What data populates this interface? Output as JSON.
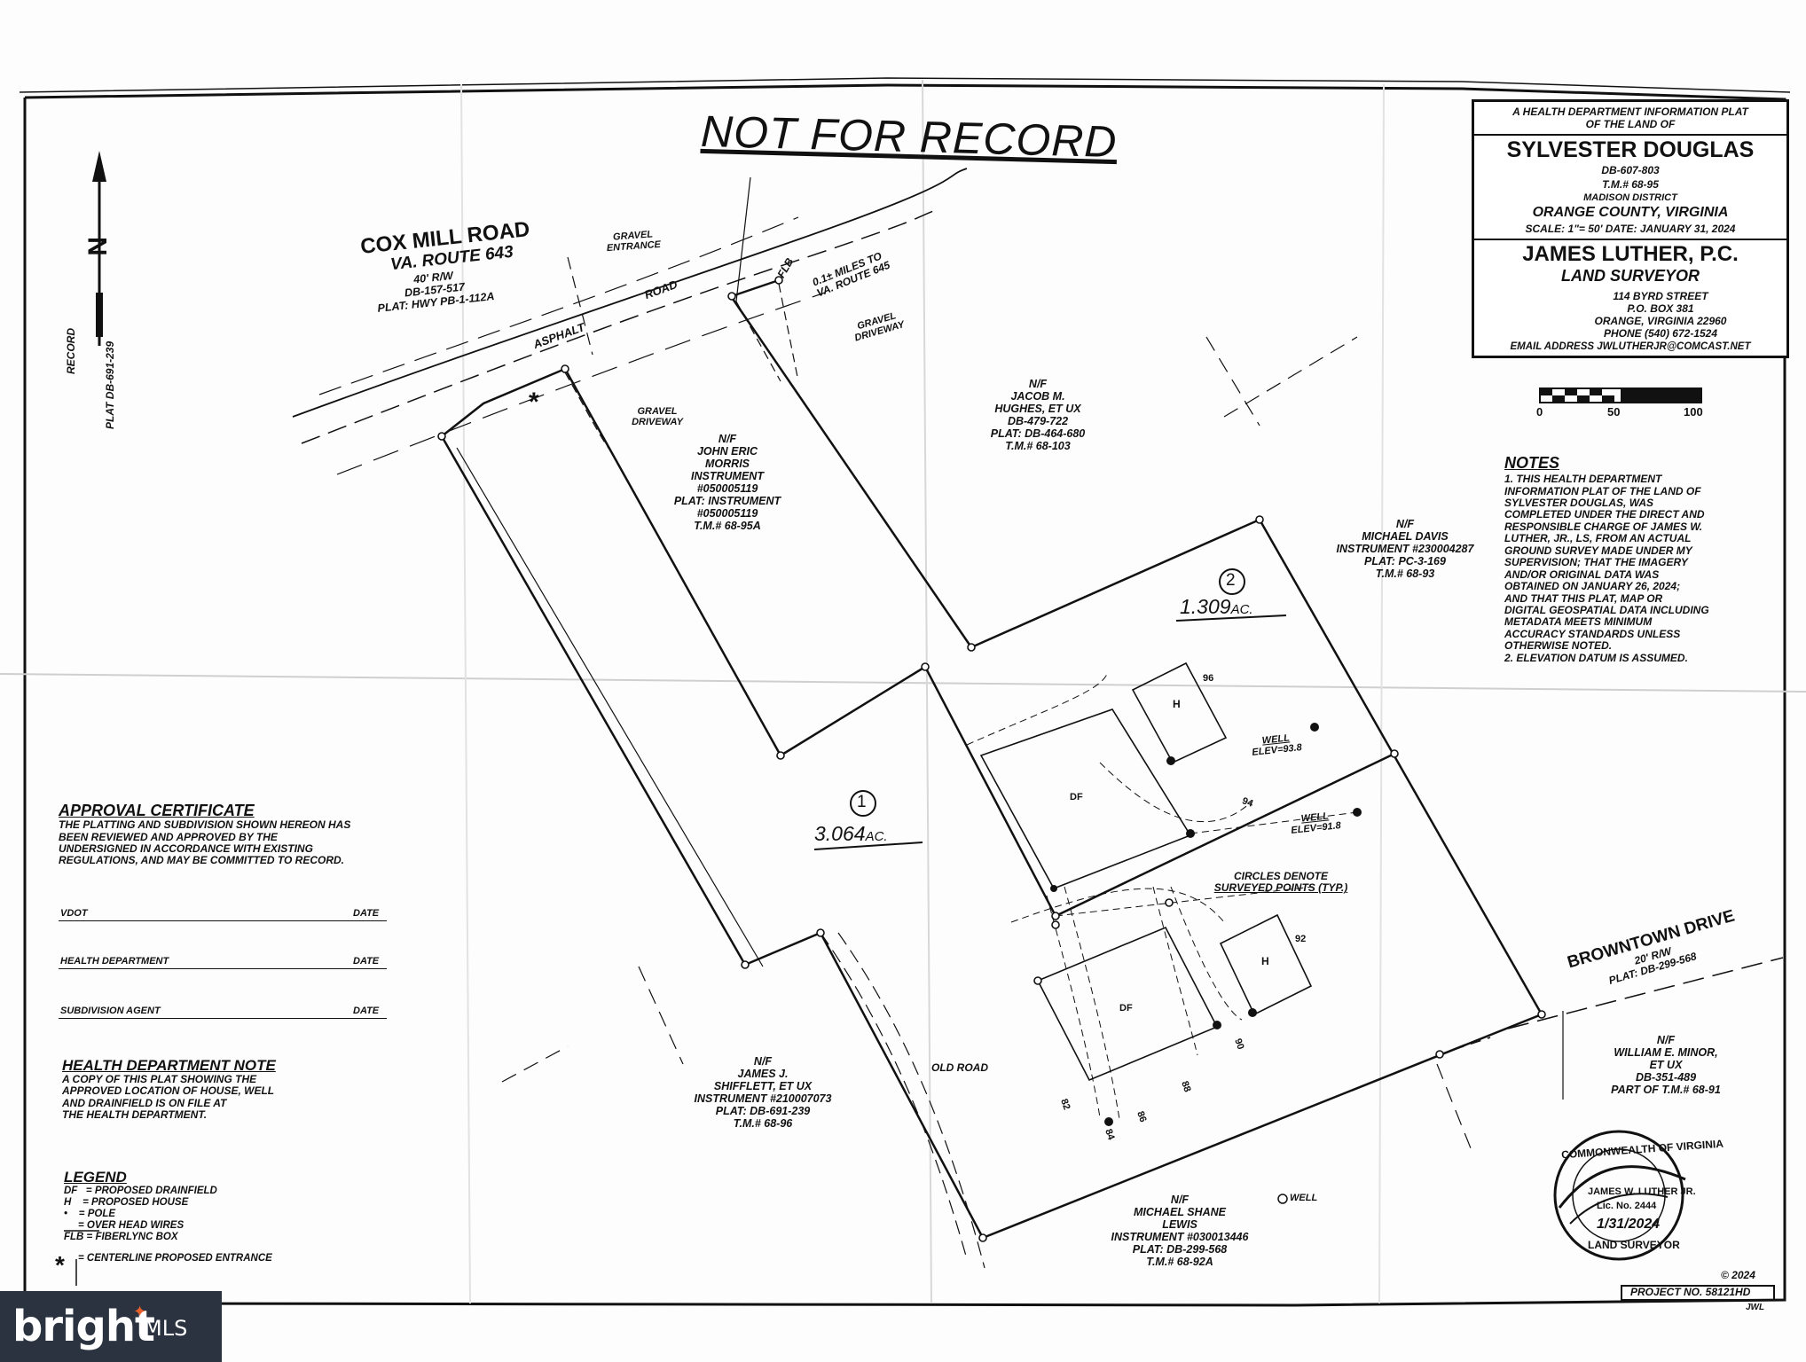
{
  "header": {
    "not_for_record": "NOT FOR RECORD"
  },
  "title_block": {
    "line1": "A HEALTH DEPARTMENT INFORMATION PLAT",
    "line2": "OF THE LAND OF",
    "owner": "SYLVESTER DOUGLAS",
    "db": "DB-607-803",
    "tm": "T.M.# 68-95",
    "district": "MADISON DISTRICT",
    "county": "ORANGE COUNTY, VIRGINIA",
    "scale_date": "SCALE: 1\"= 50' DATE: JANUARY 31, 2024",
    "firm": "JAMES LUTHER, P.C.",
    "profession": "LAND SURVEYOR",
    "addr1": "114 BYRD STREET",
    "addr2": "P.O. BOX 381",
    "addr3": "ORANGE, VIRGINIA 22960",
    "phone": "PHONE (540) 672-1524",
    "email": "EMAIL ADDRESS JWLUTHERJR@COMCAST.NET"
  },
  "scale_bar": {
    "labels": [
      "0",
      "50",
      "100"
    ]
  },
  "north_arrow": {
    "letter": "N",
    "record": "RECORD",
    "plat": "PLAT DB-691-239"
  },
  "roads": {
    "cox_mill": {
      "name": "COX MILL ROAD",
      "route": "VA. ROUTE 643",
      "rw": "40' R/W",
      "db": "DB-157-517",
      "plat": "PLAT: HWY PB-1-112A"
    },
    "asphalt": "ASPHALT",
    "road": "ROAD",
    "gravel_entrance_1": "GRAVEL",
    "gravel_entrance_2": "ENTRANCE",
    "flb": "FLB",
    "miles_1": "0.1± MILES TO",
    "miles_2": "VA. ROUTE 645",
    "gravel_driveway_1": "GRAVEL",
    "gravel_driveway_2": "DRIVEWAY",
    "gravel_driveway_3": "GRAVEL",
    "gravel_driveway_4": "DRIVEWAY",
    "browntown": {
      "name": "BROWNTOWN DRIVE",
      "rw": "20' R/W",
      "plat": "PLAT: DB-299-568"
    },
    "old_road": "OLD ROAD"
  },
  "neighbors": {
    "morris": [
      "N/F",
      "JOHN ERIC",
      "MORRIS",
      "INSTRUMENT",
      "#050005119",
      "PLAT: INSTRUMENT",
      "#050005119",
      "T.M.# 68-95A"
    ],
    "hughes": [
      "N/F",
      "JACOB M.",
      "HUGHES, ET UX",
      "DB-479-722",
      "PLAT: DB-464-680",
      "T.M.# 68-103"
    ],
    "davis": [
      "N/F",
      "MICHAEL DAVIS",
      "INSTRUMENT #230004287",
      "PLAT: PC-3-169",
      "T.M.# 68-93"
    ],
    "shifflett": [
      "N/F",
      "JAMES J.",
      "SHIFFLETT, ET UX",
      "INSTRUMENT #210007073",
      "PLAT: DB-691-239",
      "T.M.# 68-96"
    ],
    "minor": [
      "N/F",
      "WILLIAM E. MINOR,",
      "ET UX",
      "DB-351-489",
      "PART OF T.M.# 68-91"
    ],
    "lewis": [
      "N/F",
      "MICHAEL SHANE",
      "LEWIS",
      "INSTRUMENT #030013446",
      "PLAT: DB-299-568",
      "T.M.# 68-92A"
    ]
  },
  "lots": {
    "lot1": {
      "num": "1",
      "area": "3.064",
      "unit": "AC."
    },
    "lot2": {
      "num": "2",
      "area": "1.309",
      "unit": "AC."
    }
  },
  "features": {
    "h": "H",
    "df": "DF",
    "well1": "WELL",
    "elev1": "ELEV=93.8",
    "well2": "WELL",
    "elev2": "ELEV=91.8",
    "circles_1": "CIRCLES DENOTE",
    "circles_2": "SURVEYED POINTS (TYP.)",
    "well_legend": "WELL",
    "contours": [
      "96",
      "94",
      "92",
      "90",
      "88",
      "86",
      "84",
      "82"
    ],
    "asterisk": "*"
  },
  "notes": {
    "title": "NOTES",
    "items": [
      "1. THIS HEALTH DEPARTMENT",
      "INFORMATION PLAT OF THE LAND OF",
      "SYLVESTER DOUGLAS, WAS",
      "COMPLETED UNDER THE DIRECT AND",
      "RESPONSIBLE CHARGE OF JAMES W.",
      "LUTHER, JR., LS, FROM AN ACTUAL",
      "GROUND SURVEY MADE UNDER MY",
      "SUPERVISION; THAT THE IMAGERY",
      "AND/OR ORIGINAL DATA WAS",
      "OBTAINED ON JANUARY 26, 2024;",
      "AND THAT THIS PLAT, MAP OR",
      "DIGITAL GEOSPATIAL DATA INCLUDING",
      "METADATA MEETS MINIMUM",
      "ACCURACY STANDARDS UNLESS",
      "OTHERWISE NOTED.",
      "2. ELEVATION DATUM IS ASSUMED."
    ]
  },
  "approval": {
    "title": "APPROVAL CERTIFICATE",
    "body": [
      "THE PLATTING AND SUBDIVISION SHOWN HEREON HAS",
      "BEEN REVIEWED AND APPROVED BY THE",
      "UNDERSIGNED IN ACCORDANCE WITH EXISTING",
      "REGULATIONS, AND MAY BE COMMITTED TO RECORD."
    ],
    "lines": [
      {
        "label": "VDOT",
        "date": "DATE"
      },
      {
        "label": "HEALTH DEPARTMENT",
        "date": "DATE"
      },
      {
        "label": "SUBDIVISION AGENT",
        "date": "DATE"
      }
    ]
  },
  "health_note": {
    "title": "HEALTH DEPARTMENT NOTE",
    "body": [
      "A COPY OF THIS PLAT SHOWING THE",
      "APPROVED LOCATION OF HOUSE, WELL",
      "AND DRAINFIELD IS ON FILE AT",
      "THE HEALTH DEPARTMENT."
    ]
  },
  "legend": {
    "title": "LEGEND",
    "items": [
      "DF   = PROPOSED DRAINFIELD",
      "H    = PROPOSED HOUSE",
      "•    = POLE",
      "     = OVER HEAD WIRES",
      "FLB = FIBERLYNC BOX",
      "     = CENTERLINE PROPOSED ENTRANCE"
    ]
  },
  "seal": {
    "ring_top": "COMMONWEALTH OF VIRGINIA",
    "ring_bottom": "LAND SURVEYOR",
    "name": "JAMES W. LUTHER JR.",
    "lic": "Lic. No. 2444",
    "date": "1/31/2024"
  },
  "footer": {
    "copyright": "© 2024",
    "project": "PROJECT NO. 58121HD",
    "initials": "JWL"
  },
  "watermark": {
    "logo": "bright",
    "mls": "MLS"
  }
}
